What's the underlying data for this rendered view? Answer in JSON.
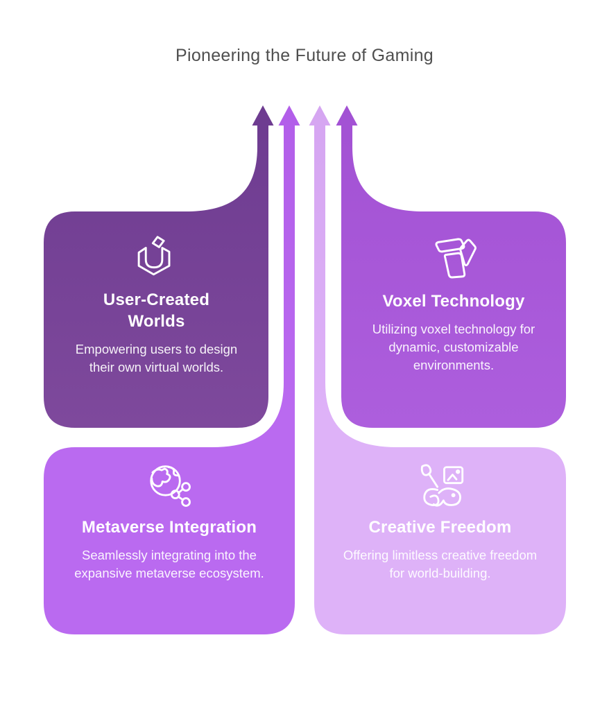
{
  "title": "Pioneering the Future of Gaming",
  "accent_colors": {
    "background": "#ffffff",
    "title_text": "#4f4f4f",
    "card_text": "#ffffff"
  },
  "cards": [
    {
      "id": "user-created-worlds",
      "position": "top-left",
      "icon": "cube-outline-icon",
      "title": "User-Created Worlds",
      "description": "Empowering users to design their own virtual worlds.",
      "tail_color": "#6d3b90",
      "body_color": "#7e499c"
    },
    {
      "id": "voxel-technology",
      "position": "top-right",
      "icon": "voxel-icon",
      "title": "Voxel Technology",
      "description": "Utilizing voxel technology for dynamic, customizable environments.",
      "tail_color": "#a251d3",
      "body_color": "#ad5edd"
    },
    {
      "id": "metaverse-integration",
      "position": "bottom-left",
      "icon": "globe-share-icon",
      "title": "Metaverse Integration",
      "description": "Seamlessly integrating into the expansive metaverse ecosystem.",
      "tail_color": "#b25ee9",
      "body_color": "#ba6af0"
    },
    {
      "id": "creative-freedom",
      "position": "bottom-right",
      "icon": "brush-image-icon",
      "title": "Creative Freedom",
      "description": "Offering limitless creative freedom for world-building.",
      "tail_color": "#d5a5f1",
      "body_color": "#deb2f8"
    }
  ]
}
